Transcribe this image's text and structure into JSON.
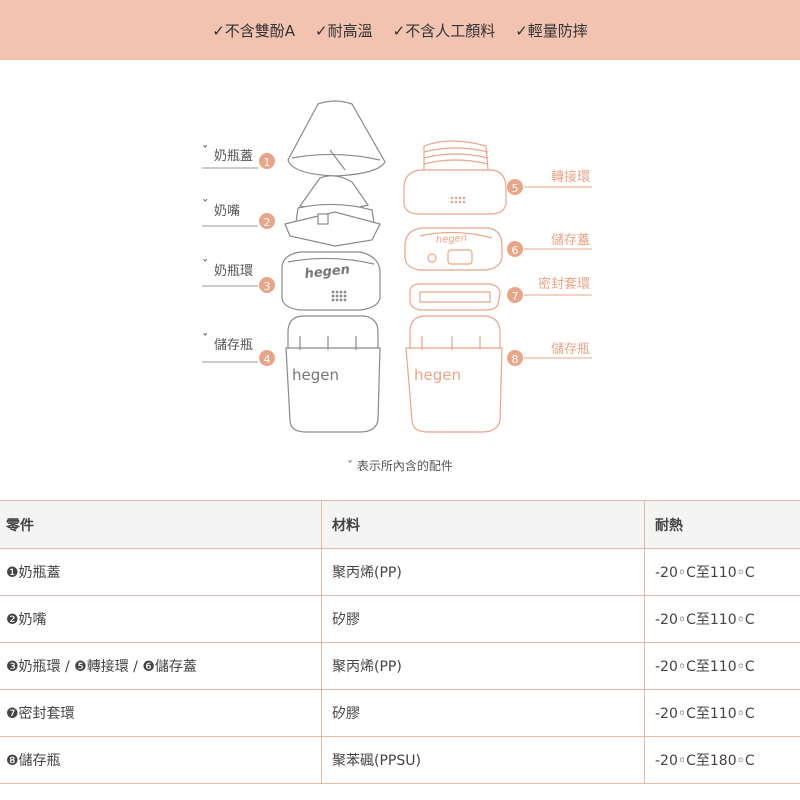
{
  "banner": {
    "features": [
      "✓不含雙酚A",
      "✓耐高溫",
      "✓不含人工顏料",
      "✓輕量防摔"
    ]
  },
  "diagram": {
    "left_parts": [
      {
        "num": "1",
        "label": "奶瓶蓋"
      },
      {
        "num": "2",
        "label": "奶嘴"
      },
      {
        "num": "3",
        "label": "奶瓶環"
      },
      {
        "num": "4",
        "label": "儲存瓶"
      }
    ],
    "right_parts": [
      {
        "num": "5",
        "label": "轉接環"
      },
      {
        "num": "6",
        "label": "儲存蓋"
      },
      {
        "num": "7",
        "label": "密封套環"
      },
      {
        "num": "8",
        "label": "儲存瓶"
      }
    ],
    "brand": "hegen",
    "legend": "ˇ 表示所內含的配件",
    "colors": {
      "dark": "#888888",
      "accent": "#e9a589",
      "banner": "#f2c3b1"
    }
  },
  "table": {
    "headers": [
      "零件",
      "材料",
      "耐熱"
    ],
    "rows": [
      [
        "❶奶瓶蓋",
        "聚丙烯(PP)",
        "-20◦C至110◦C"
      ],
      [
        "❷奶嘴",
        "矽膠",
        "-20◦C至110◦C"
      ],
      [
        "❸奶瓶環 / ❺轉接環 / ❻儲存蓋",
        "聚丙烯(PP)",
        "-20◦C至110◦C"
      ],
      [
        "❼密封套環",
        "矽膠",
        "-20◦C至110◦C"
      ],
      [
        "❽儲存瓶",
        "聚苯碸(PPSU)",
        "-20◦C至180◦C"
      ]
    ]
  }
}
